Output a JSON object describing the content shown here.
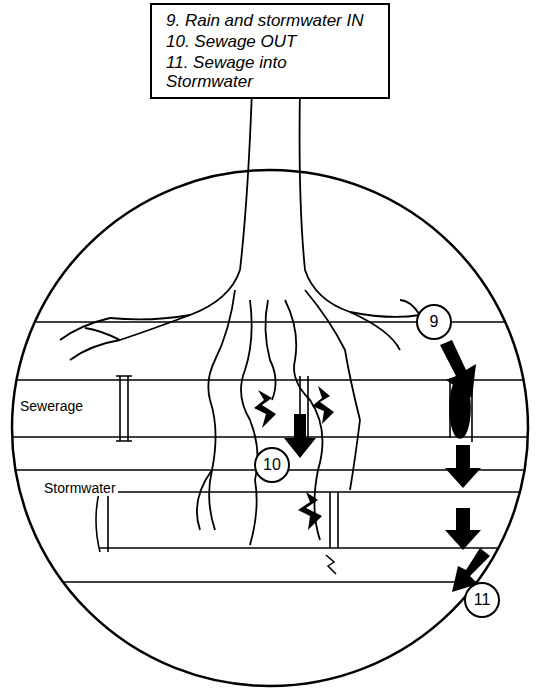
{
  "diagram": {
    "nodes": [
      {
        "text": [
          "9. Rain and stormwater IN",
          "10. Sewage OUT",
          "11. Sewage into Stormwater"
        ]
      },
      {
        "text": [
          "9"
        ]
      },
      {
        "text": [
          "10"
        ]
      },
      {
        "text": [
          "11"
        ]
      }
    ],
    "labels": [
      "Sewerage",
      "Stormwater"
    ]
  }
}
